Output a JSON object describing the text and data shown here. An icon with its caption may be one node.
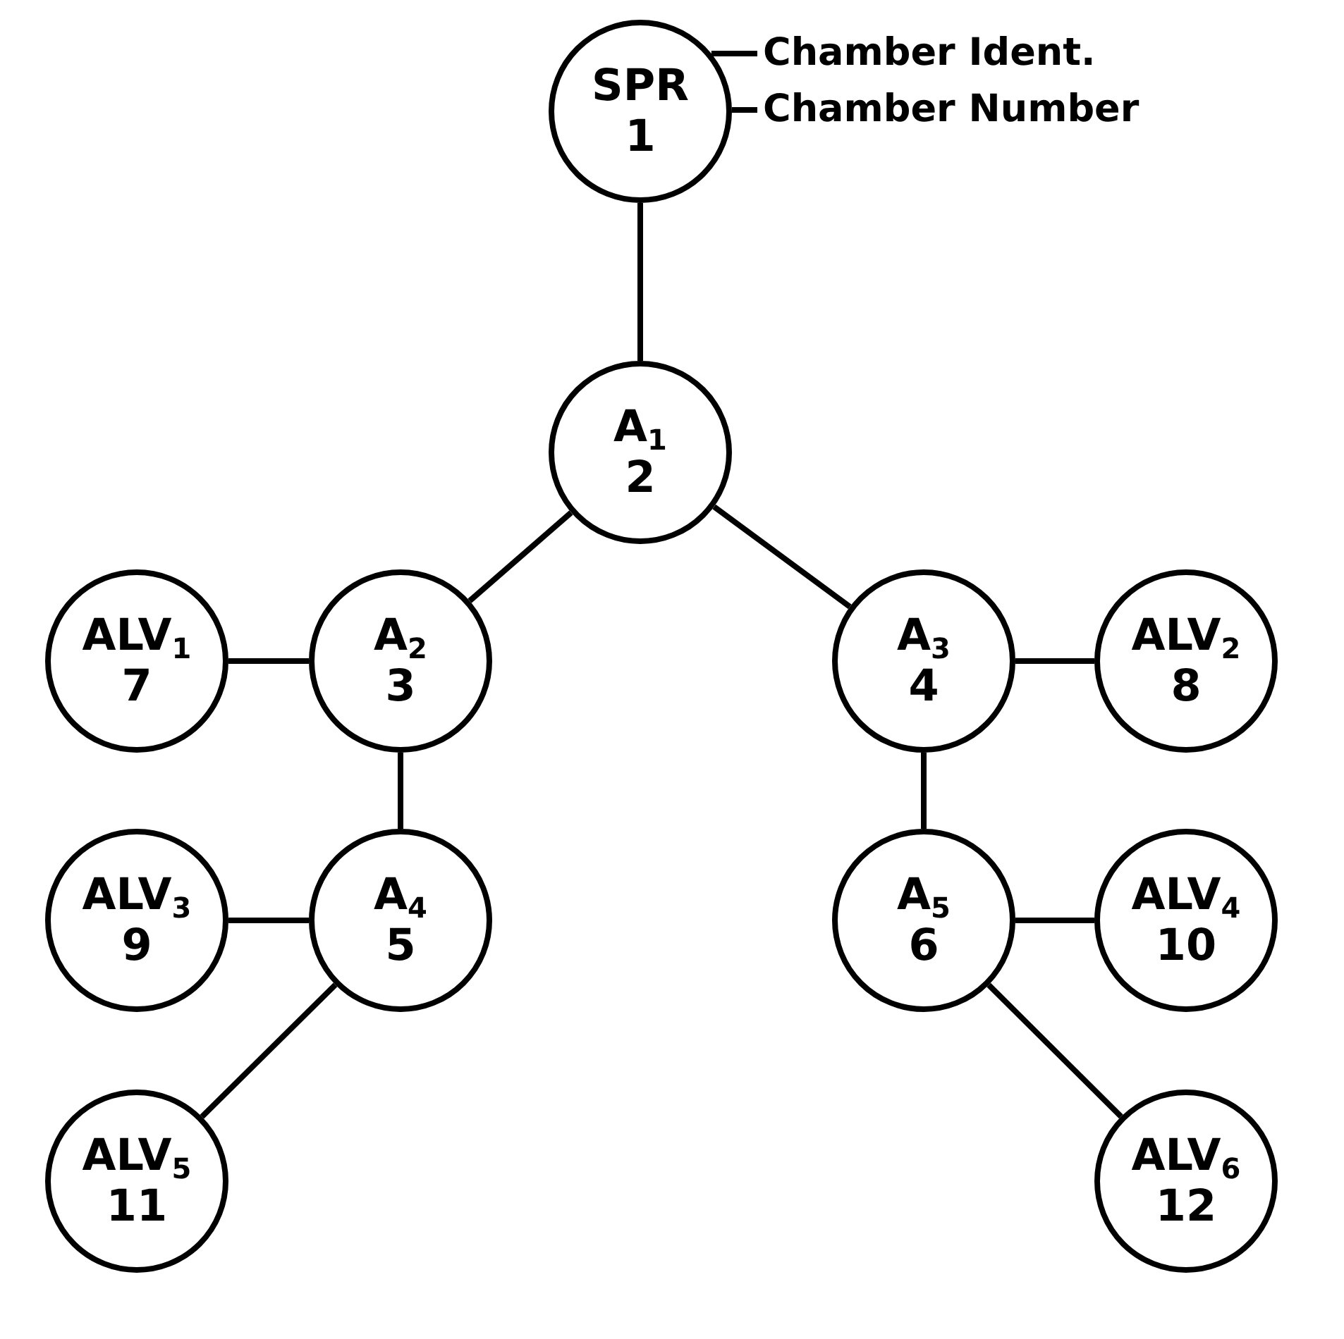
{
  "diagram": {
    "nodes": [
      {
        "text": [
          "SPR",
          "1"
        ]
      },
      {
        "text": [
          "A$_{1}$",
          "2"
        ]
      },
      {
        "text": [
          "ALV$_{1}$",
          "7"
        ]
      },
      {
        "text": [
          "A$_{2}$",
          "3"
        ]
      },
      {
        "text": [
          "A$_{3}$",
          "4"
        ]
      },
      {
        "text": [
          "ALV$_{2}$",
          "8"
        ]
      },
      {
        "text": [
          "ALV$_{3}$",
          "9"
        ]
      },
      {
        "text": [
          "A$_{4}$",
          "5"
        ]
      },
      {
        "text": [
          "A$_{5}$",
          "6"
        ]
      },
      {
        "text": [
          "ALV$_{4}$",
          "10"
        ]
      },
      {
        "text": [
          "ALV$_{5}$",
          "11"
        ]
      },
      {
        "text": [
          "ALV$_{6}$",
          "12"
        ]
      },
      {
        "text": [
          "Chamber Ident."
        ]
      },
      {
        "text": [
          "Chamber Number"
        ]
      }
    ],
    "edges": [
      {
        "from": 0,
        "to": 1,
        "arrow": "none"
      },
      {
        "from": 1,
        "to": 3,
        "arrow": "none"
      },
      {
        "from": 1,
        "to": 4,
        "arrow": "none"
      },
      {
        "from": 2,
        "to": 3,
        "arrow": "none"
      },
      {
        "from": 4,
        "to": 5,
        "arrow": "none"
      },
      {
        "from": 3,
        "to": 7,
        "arrow": "none"
      },
      {
        "from": 4,
        "to": 8,
        "arrow": "none"
      },
      {
        "from": 6,
        "to": 7,
        "arrow": "none"
      },
      {
        "from": 8,
        "to": 9,
        "arrow": "none"
      },
      {
        "from": 7,
        "to": 10,
        "arrow": "none"
      },
      {
        "from": 8,
        "to": 11,
        "arrow": "none"
      },
      {
        "from": 12,
        "to": 0,
        "arrow": "none"
      },
      {
        "from": 13,
        "to": 0,
        "arrow": "none"
      }
    ]
  }
}
